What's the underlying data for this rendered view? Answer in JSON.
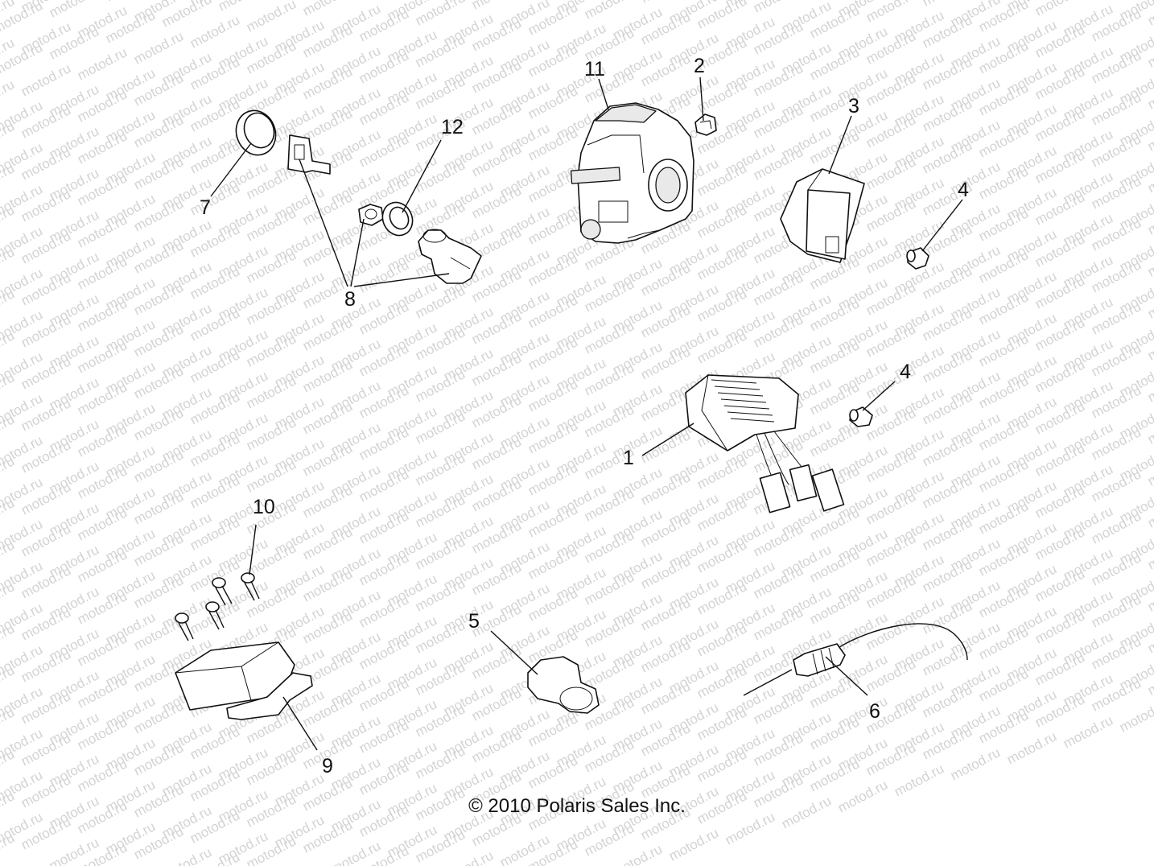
{
  "watermark_text": "motod.ru",
  "copyright": "© 2010 Polaris Sales Inc.",
  "callouts": [
    {
      "id": "c1",
      "label": "1"
    },
    {
      "id": "c2",
      "label": "2"
    },
    {
      "id": "c3",
      "label": "3"
    },
    {
      "id": "c4a",
      "label": "4"
    },
    {
      "id": "c4b",
      "label": "4"
    },
    {
      "id": "c5",
      "label": "5"
    },
    {
      "id": "c6",
      "label": "6"
    },
    {
      "id": "c7",
      "label": "7"
    },
    {
      "id": "c8",
      "label": "8"
    },
    {
      "id": "c9",
      "label": "9"
    },
    {
      "id": "c10",
      "label": "10"
    },
    {
      "id": "c11",
      "label": "11"
    },
    {
      "id": "c12",
      "label": "12"
    }
  ]
}
